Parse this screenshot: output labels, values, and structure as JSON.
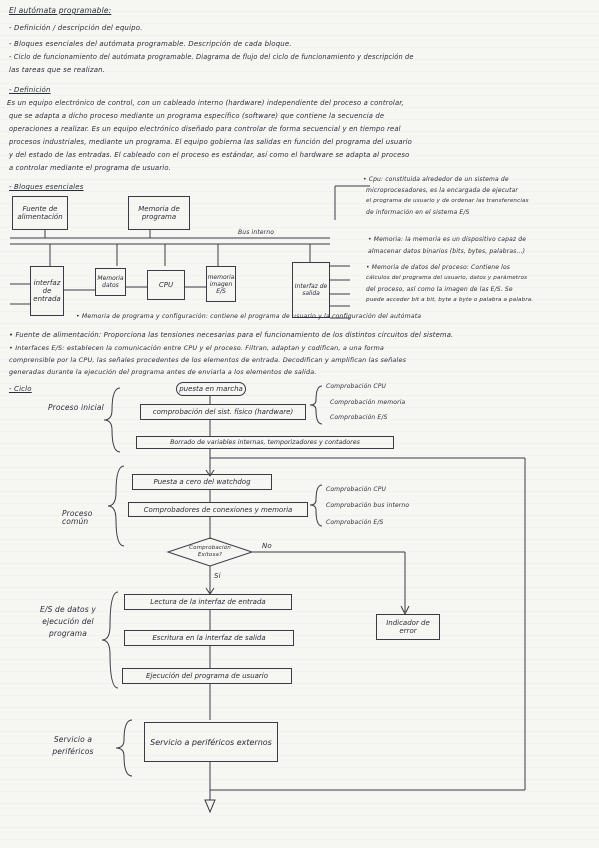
{
  "header": {
    "title": "El autómata programable:",
    "items": [
      "- Definición / descripción del equipo.",
      "- Bloques esenciales del autómata programable. Descripción de cada bloque.",
      "- Ciclo de funcionamiento del autómata programable. Diagrama de flujo del ciclo de funcionamiento y descripción de",
      "las tareas que se realizan."
    ]
  },
  "definicion": {
    "heading": "- Definición",
    "lines": [
      "Es un equipo electrónico de control, con un cableado interno (hardware) independiente del proceso a controlar,",
      "que se adapta a dicho proceso mediante un programa específico (software) que contiene la secuencia de",
      "operaciones a realizar. Es un equipo electrónico diseñado para controlar de forma secuencial y en tiempo real",
      "procesos industriales, mediante un programa. El equipo gobierna las salidas en función del programa del usuario",
      "y del estado de las entradas. El cableado con el proceso es estándar, así como el hardware se adapta al proceso",
      "a controlar mediante el programa de usuario."
    ]
  },
  "bloques": {
    "heading": "- Bloques esenciales",
    "fuente": "Fuente de alimentación",
    "memoria_programa": "Memoria de programa",
    "bus": "Bus interno",
    "interfaz_entrada": "interfaz de entrada",
    "memoria_datos": "Memoria datos",
    "cpu": "CPU",
    "memoria_imagen": "memoria imagen E/S",
    "interfaz_salida": "Interfaz de salida",
    "notes": [
      "• Cpu: constituida alrededor de un sistema de",
      "microprocesadores, es la encargada de ejecutar",
      "el programa de usuario y de ordenar las transferencias",
      "de información en el sistema E/S",
      "• Memoria: la memoria es un dispositivo capaz de",
      "almacenar datos binarios (bits, bytes, palabras...)",
      "• Memoria de datos del proceso: Contiene los",
      "cálculos del programa del usuario, datos y parámetros",
      "del proceso, así como la imagen de las E/S. Se",
      "puede acceder bit a bit, byte a byte o palabra a palabra."
    ],
    "memoria_prog_note": "• Memoria de programa y configuración: contiene el programa de usuario y la configuración del autómata",
    "fuente_note": [
      "• Fuente de alimentación: Proporciona las tensiones necesarias para el funcionamiento de los distintos circuitos del sistema.",
      "• Interfaces E/S: establecen la comunicación entre CPU y el proceso. Filtran, adaptan y codifican, a una forma",
      "comprensible por la CPU, las señales procedentes de los elementos de entrada. Decodifican y amplifican las señales",
      "generadas durante la ejecución del programa antes de enviarla a los elementos de salida."
    ]
  },
  "ciclo": {
    "heading": "- Ciclo",
    "sections": {
      "inicial": "Proceso inicial",
      "comun": "Proceso común",
      "es": "E/S de datos y ejecución del programa",
      "servicio": "Servicio a periféricos"
    },
    "steps": {
      "start": "puesta en marcha",
      "comp_fisico": "comprobación del sist. físico (hardware)",
      "borrado": "Borrado de variables internas, temporizadores y contadores",
      "watchdog": "Puesta a cero del watchdog",
      "comprobadores": "Comprobadores de conexiones y memoria",
      "decision": "Comprobación Exitosa?",
      "lectura": "Lectura de la interfaz de entrada",
      "escritura": "Escritura en la interfaz de salida",
      "ejecucion": "Ejecución del programa de usuario",
      "servicio_box": "Servicio a periféricos externos",
      "error": "Indicador de error",
      "no": "No",
      "si": "Si"
    },
    "side_inicial": [
      "Comprobación CPU",
      "Comprobación memoria",
      "Comprobación E/S"
    ],
    "side_comun": [
      "Comprobación CPU",
      "Comprobación bus interno",
      "Comprobación E/S"
    ]
  }
}
